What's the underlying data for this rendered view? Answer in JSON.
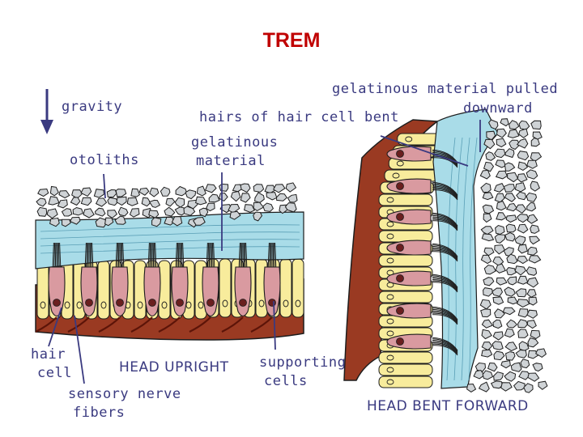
{
  "title": "TREM",
  "colors": {
    "title": "#c00000",
    "label": "#3a3a80",
    "gel": "#a9dce8",
    "rock": "#cfd3d6",
    "cell": "#f8ec9c",
    "tissue": "#9a3a22",
    "outline": "#1d1d1d"
  },
  "labels": {
    "gravity": "gravity",
    "otoliths": "otoliths",
    "gelatinous_material": [
      "gelatinous",
      "material"
    ],
    "hairs_bent": "hairs of hair cell bent",
    "gel_pulled": [
      "gelatinous material pulled",
      "downward"
    ],
    "hair_cell": [
      "hair",
      "cell"
    ],
    "sensory_nerve_fibers": [
      "sensory nerve",
      "fibers"
    ],
    "supporting_cells": [
      "supporting",
      "cells"
    ]
  },
  "captions": {
    "upright": "HEAD UPRIGHT",
    "bent_forward": "HEAD BENT FORWARD"
  },
  "icons": {
    "gravity": "down-arrow-icon"
  }
}
